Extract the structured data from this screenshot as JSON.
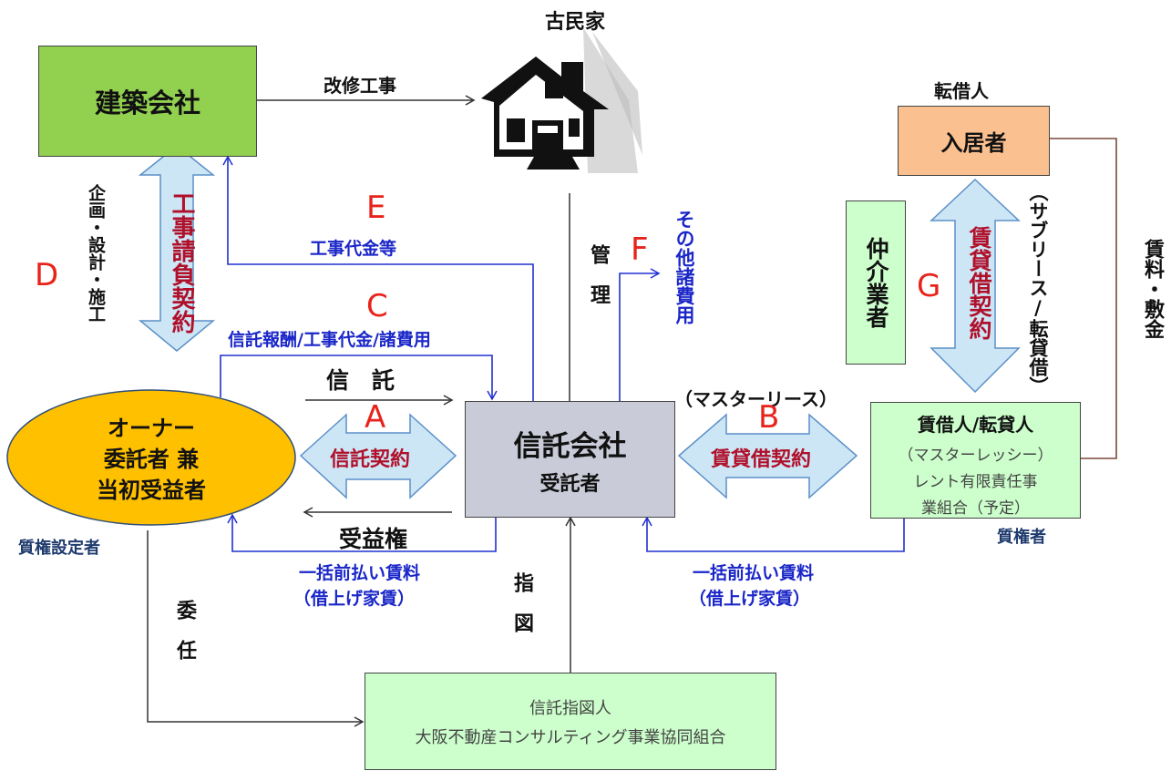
{
  "boxes": {
    "construction": "建築会社",
    "tenant_label": "転借人",
    "tenant": "入居者",
    "broker": "仲介業者",
    "trust_company": "信託会社",
    "trust_company_sub": "受託者",
    "lessee_1": "賃借人/転貸人",
    "lessee_2": "（マスターレッシー）",
    "lessee_3": "レント有限責任事",
    "lessee_4": "業組合（予定）",
    "director_1": "信託指図人",
    "director_2": "大阪不動産コンサルティング事業協同組合"
  },
  "owner": {
    "line1": "オーナー",
    "line2": "委託者 兼",
    "line3": "当初受益者"
  },
  "house_label": "古民家",
  "labels": {
    "renovation": "改修工事",
    "kikaku": "企画・設計・施工",
    "letter_d": "D",
    "letter_e": "E",
    "construction_payment": "工事代金等",
    "letter_c": "C",
    "trust_fees": "信託報酬/工事代金/諸費用",
    "trust": "信　託",
    "letter_a": "A",
    "beneficiary_right": "受益権",
    "pledgor": "質権設定者",
    "prepaid_rent_1": "一括前払い賃料",
    "prepaid_rent_2": "（借上げ家賃）",
    "management": "管　理",
    "letter_f": "F",
    "other_costs": "その他諸費用",
    "master_lease": "（マスターリース）",
    "letter_b": "B",
    "letter_g": "G",
    "sublease": "（サブリース/転貸借）",
    "rent_deposit": "賃料・敷金",
    "pledgee": "質権者",
    "prepaid_rent_b1": "一括前払い賃料",
    "prepaid_rent_b2": "（借上げ家賃）",
    "instruction": "指　図",
    "mandate": "委　任"
  },
  "arrows": {
    "construction_contract": "工事請負契約",
    "trust_contract": "信託契約",
    "lease_contract": "賃貸借契約",
    "lease_contract_g": "賃貸借契約"
  },
  "colors": {
    "green_box": "#92d050",
    "light_green_box": "#ccffcc",
    "orange_box": "#fac090",
    "owner_fill": "#ffc000",
    "trust_fill": "#c9ccd8",
    "arrow_fill": "#cde6f6",
    "arrow_stroke": "#5b8fc7",
    "blue_line": "#2030d0",
    "brown_line": "#7a4a38"
  }
}
